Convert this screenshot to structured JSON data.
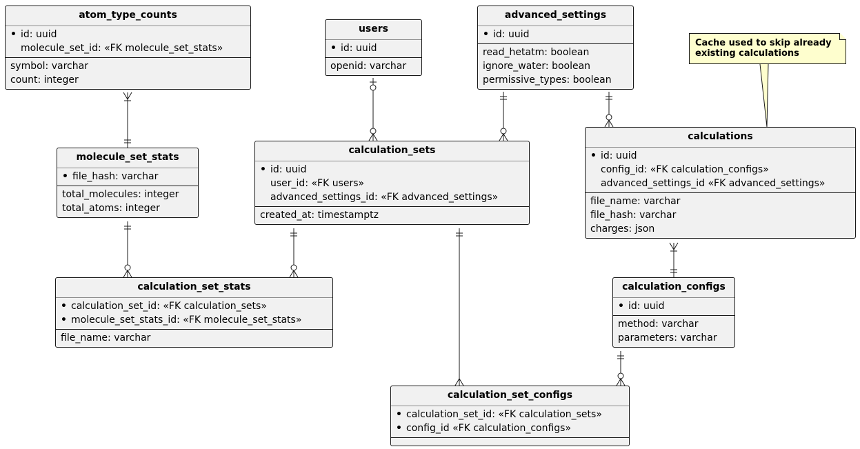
{
  "entities": [
    {
      "key": "atom_type_counts",
      "title": "atom_type_counts",
      "keys": [
        {
          "bullet": true,
          "text": "id: uuid"
        },
        {
          "bullet": false,
          "text": "molecule_set_id: «FK molecule_set_stats»"
        }
      ],
      "fields": [
        "symbol: varchar",
        "count: integer"
      ]
    },
    {
      "key": "users",
      "title": "users",
      "keys": [
        {
          "bullet": true,
          "text": "id: uuid"
        }
      ],
      "fields": [
        "openid: varchar"
      ]
    },
    {
      "key": "advanced_settings",
      "title": "advanced_settings",
      "keys": [
        {
          "bullet": true,
          "text": "id: uuid"
        }
      ],
      "fields": [
        "read_hetatm: boolean",
        "ignore_water: boolean",
        "permissive_types: boolean"
      ]
    },
    {
      "key": "molecule_set_stats",
      "title": "molecule_set_stats",
      "keys": [
        {
          "bullet": true,
          "text": "file_hash: varchar"
        }
      ],
      "fields": [
        "total_molecules: integer",
        "total_atoms: integer"
      ]
    },
    {
      "key": "calculation_sets",
      "title": "calculation_sets",
      "keys": [
        {
          "bullet": true,
          "text": "id: uuid"
        },
        {
          "bullet": false,
          "text": "user_id: «FK users»"
        },
        {
          "bullet": false,
          "text": "advanced_settings_id: «FK advanced_settings»"
        }
      ],
      "fields": [
        "created_at: timestamptz"
      ]
    },
    {
      "key": "calculations",
      "title": "calculations",
      "keys": [
        {
          "bullet": true,
          "text": "id: uuid"
        },
        {
          "bullet": false,
          "text": "config_id: «FK calculation_configs»"
        },
        {
          "bullet": false,
          "text": "advanced_settings_id «FK advanced_settings»"
        }
      ],
      "fields": [
        "file_name: varchar",
        "file_hash: varchar",
        "charges: json"
      ]
    },
    {
      "key": "calculation_set_stats",
      "title": "calculation_set_stats",
      "keys": [
        {
          "bullet": true,
          "text": "calculation_set_id: «FK calculation_sets»"
        },
        {
          "bullet": true,
          "text": "molecule_set_stats_id: «FK molecule_set_stats»"
        }
      ],
      "fields": [
        "file_name: varchar"
      ]
    },
    {
      "key": "calculation_configs",
      "title": "calculation_configs",
      "keys": [
        {
          "bullet": true,
          "text": "id: uuid"
        }
      ],
      "fields": [
        "method: varchar",
        "parameters: varchar"
      ]
    },
    {
      "key": "calculation_set_configs",
      "title": "calculation_set_configs",
      "keys": [
        {
          "bullet": true,
          "text": "calculation_set_id: «FK calculation_sets»"
        },
        {
          "bullet": true,
          "text": "config_id «FK calculation_configs»"
        }
      ],
      "fields": []
    }
  ],
  "note": {
    "lines": [
      "Cache used to skip already",
      "existing calculations"
    ]
  },
  "relationships": [
    {
      "from": "atom_type_counts",
      "from_card": "one-or-many",
      "to": "molecule_set_stats",
      "to_card": "exactly-one"
    },
    {
      "from": "users",
      "from_card": "zero-or-one",
      "to": "calculation_sets",
      "to_card": "zero-or-many"
    },
    {
      "from": "advanced_settings",
      "from_card": "exactly-one",
      "to": "calculation_sets",
      "to_card": "zero-or-many"
    },
    {
      "from": "advanced_settings",
      "from_card": "exactly-one",
      "to": "calculations",
      "to_card": "zero-or-many"
    },
    {
      "from": "molecule_set_stats",
      "from_card": "exactly-one",
      "to": "calculation_set_stats",
      "to_card": "zero-or-many"
    },
    {
      "from": "calculation_sets",
      "from_card": "exactly-one",
      "to": "calculation_set_stats",
      "to_card": "zero-or-many"
    },
    {
      "from": "calculation_sets",
      "from_card": "exactly-one",
      "to": "calculation_set_configs",
      "to_card": "many"
    },
    {
      "from": "calculations",
      "from_card": "one-or-many",
      "to": "calculation_configs",
      "to_card": "exactly-one"
    },
    {
      "from": "calculation_configs",
      "from_card": "exactly-one",
      "to": "calculation_set_configs",
      "to_card": "zero-or-many"
    }
  ]
}
